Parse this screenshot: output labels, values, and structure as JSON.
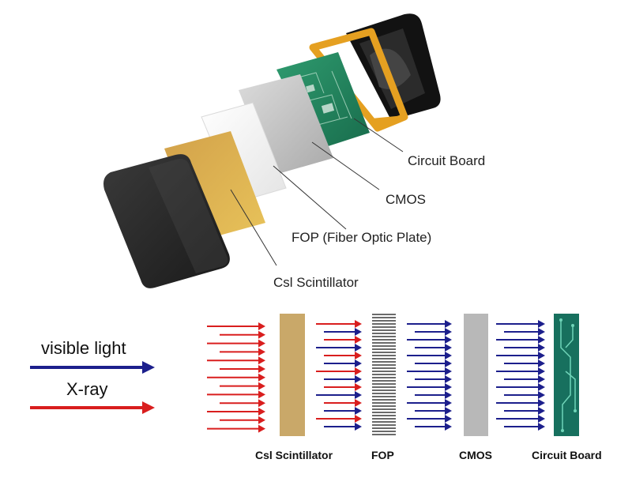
{
  "exploded_view": {
    "callouts": {
      "circuit_board": "Circuit Board",
      "cmos": "CMOS",
      "fop": "FOP (Fiber Optic Plate)",
      "scintillator": "Csl Scintillator"
    }
  },
  "legend": {
    "visible_light": {
      "label": "visible light",
      "color": "#1c1f8c"
    },
    "xray": {
      "label": "X-ray",
      "color": "#d91e1e"
    }
  },
  "signal_flow": {
    "layers": [
      {
        "id": "scintillator",
        "label": "Csl Scintillator",
        "color": "#c9a869"
      },
      {
        "id": "fop",
        "label": "FOP",
        "color": "#6a6a6a"
      },
      {
        "id": "cmos",
        "label": "CMOS",
        "color": "#b8b8b8"
      },
      {
        "id": "circuit",
        "label": "Circuit Board",
        "color": "#17705e"
      }
    ]
  }
}
